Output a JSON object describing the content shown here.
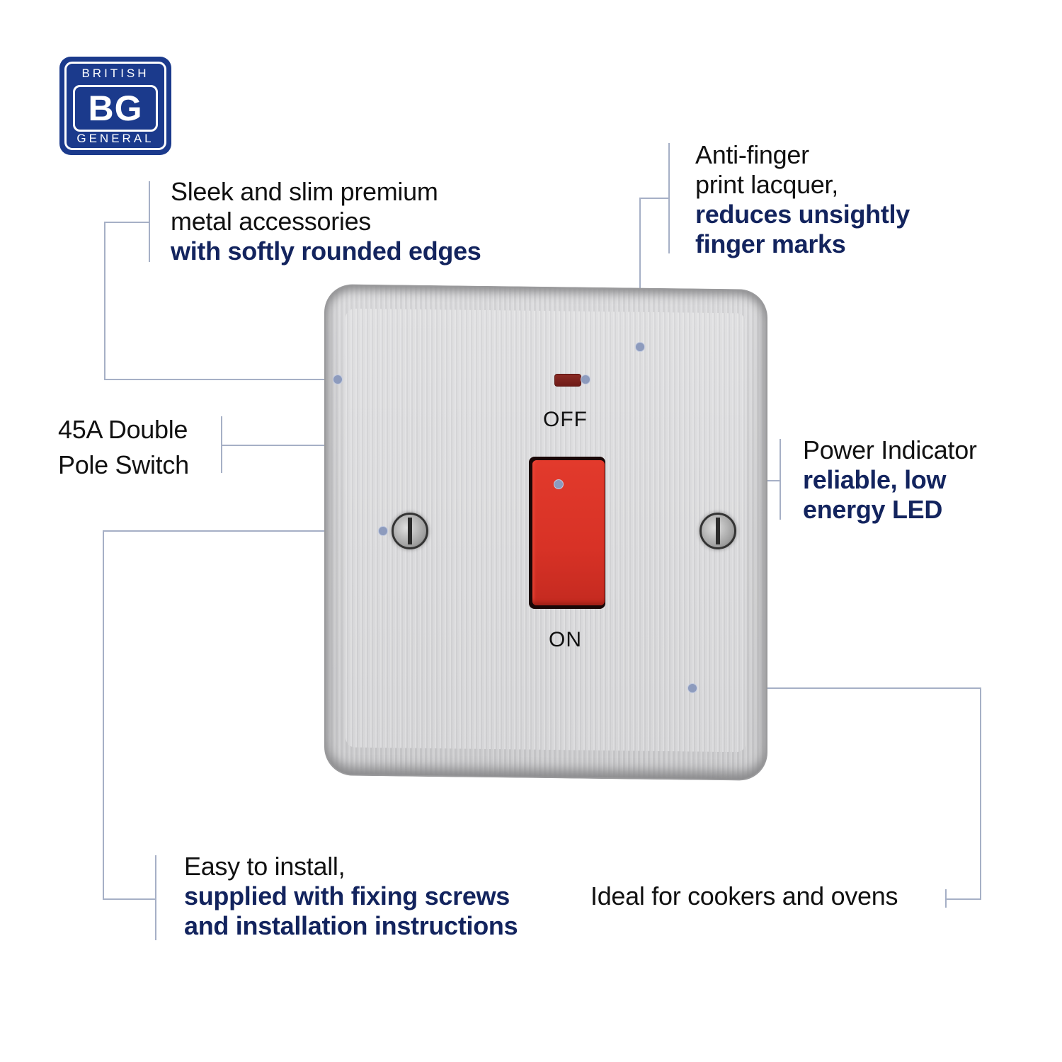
{
  "logo": {
    "top_text": "BRITISH",
    "middle_text": "BG",
    "bottom_text": "GENERAL",
    "color": "#1b3a8c"
  },
  "product": {
    "indicator_label_off": "OFF",
    "indicator_label_on": "ON",
    "rocker_color": "#d83226",
    "led_color": "#7a211c"
  },
  "features": {
    "rounded_edges": {
      "lines": [
        "Sleek and slim premium",
        "metal accessories"
      ],
      "highlight": [
        "with softly rounded edges"
      ]
    },
    "anti_finger": {
      "lines": [
        "Anti-finger",
        "print lacquer,"
      ],
      "highlight": [
        "reduces unsightly",
        "finger marks"
      ]
    },
    "switch": {
      "lines": [
        "45A Double",
        "Pole Switch"
      ],
      "highlight": []
    },
    "power_indicator": {
      "lines": [
        "Power Indicator"
      ],
      "highlight": [
        "reliable, low",
        "energy LED"
      ]
    },
    "install": {
      "lines": [
        "Easy to install,"
      ],
      "highlight": [
        "supplied with fixing screws",
        "and installation instructions"
      ]
    },
    "usage": {
      "lines": [
        "Ideal for cookers and ovens"
      ],
      "highlight": []
    }
  },
  "colors": {
    "highlight_text": "#13245e",
    "body_text": "#111111",
    "callout_line": "#a6b0c6"
  }
}
